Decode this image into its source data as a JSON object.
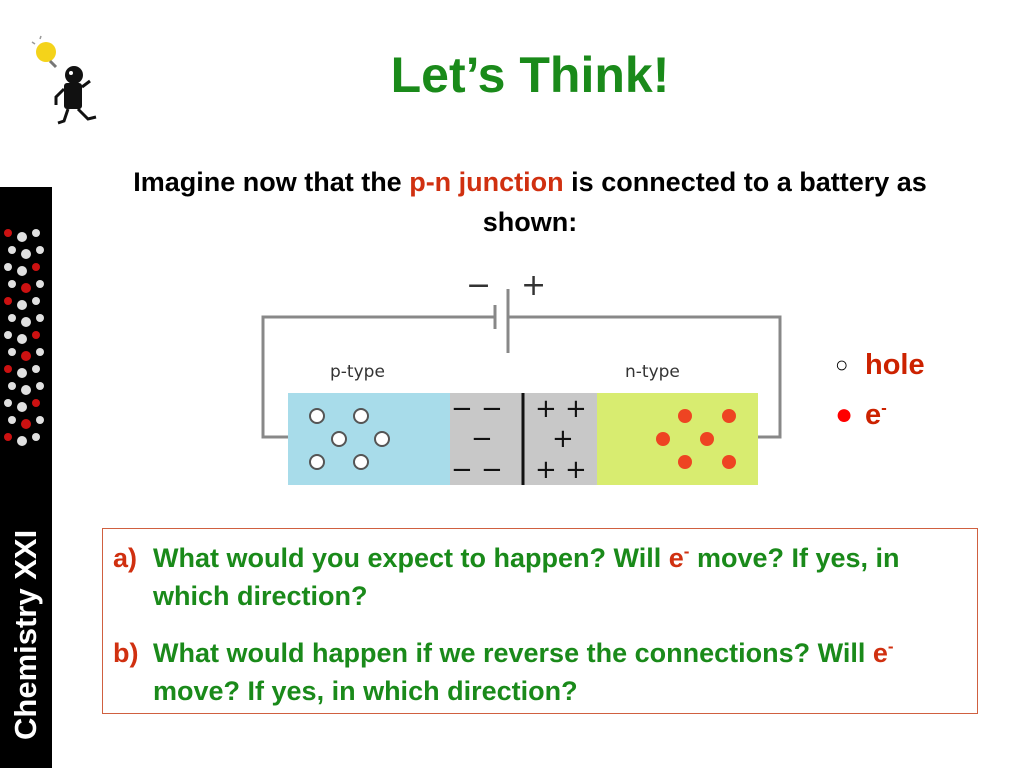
{
  "title": "Let’s Think!",
  "intro": {
    "part1": "Imagine now that the ",
    "highlight": "p-n junction",
    "part2": " is connected to a battery as shown:"
  },
  "sidebar": {
    "label": "Chemistry XXI"
  },
  "diagram": {
    "battery_minus": "−",
    "battery_plus": "+",
    "p_label": "p-type",
    "n_label": "n-type",
    "depletion_left": [
      "− −",
      "−",
      "− −"
    ],
    "depletion_right": [
      "+ +",
      "+",
      "+ +"
    ]
  },
  "legend": {
    "hole_symbol": "○",
    "hole_label": "hole",
    "electron_symbol": "●",
    "electron_label": "e",
    "electron_sup": "-"
  },
  "questions": [
    {
      "label": "a)",
      "text1": "What would you expect to happen? Will ",
      "e": "e",
      "sup": "-",
      "text2": " move? If yes, in which direction?"
    },
    {
      "label": "b)",
      "text1": "What would happen if we reverse the connections? Will ",
      "e": "e",
      "sup": "-",
      "text2": " move? If yes, in which direction?"
    }
  ],
  "colors": {
    "title": "#1a8a1a",
    "accent": "#d03010",
    "p_region": "#a8dcea",
    "depletion": "#c8c8c8",
    "n_region": "#d8ec70",
    "electron": "#ee4422"
  }
}
